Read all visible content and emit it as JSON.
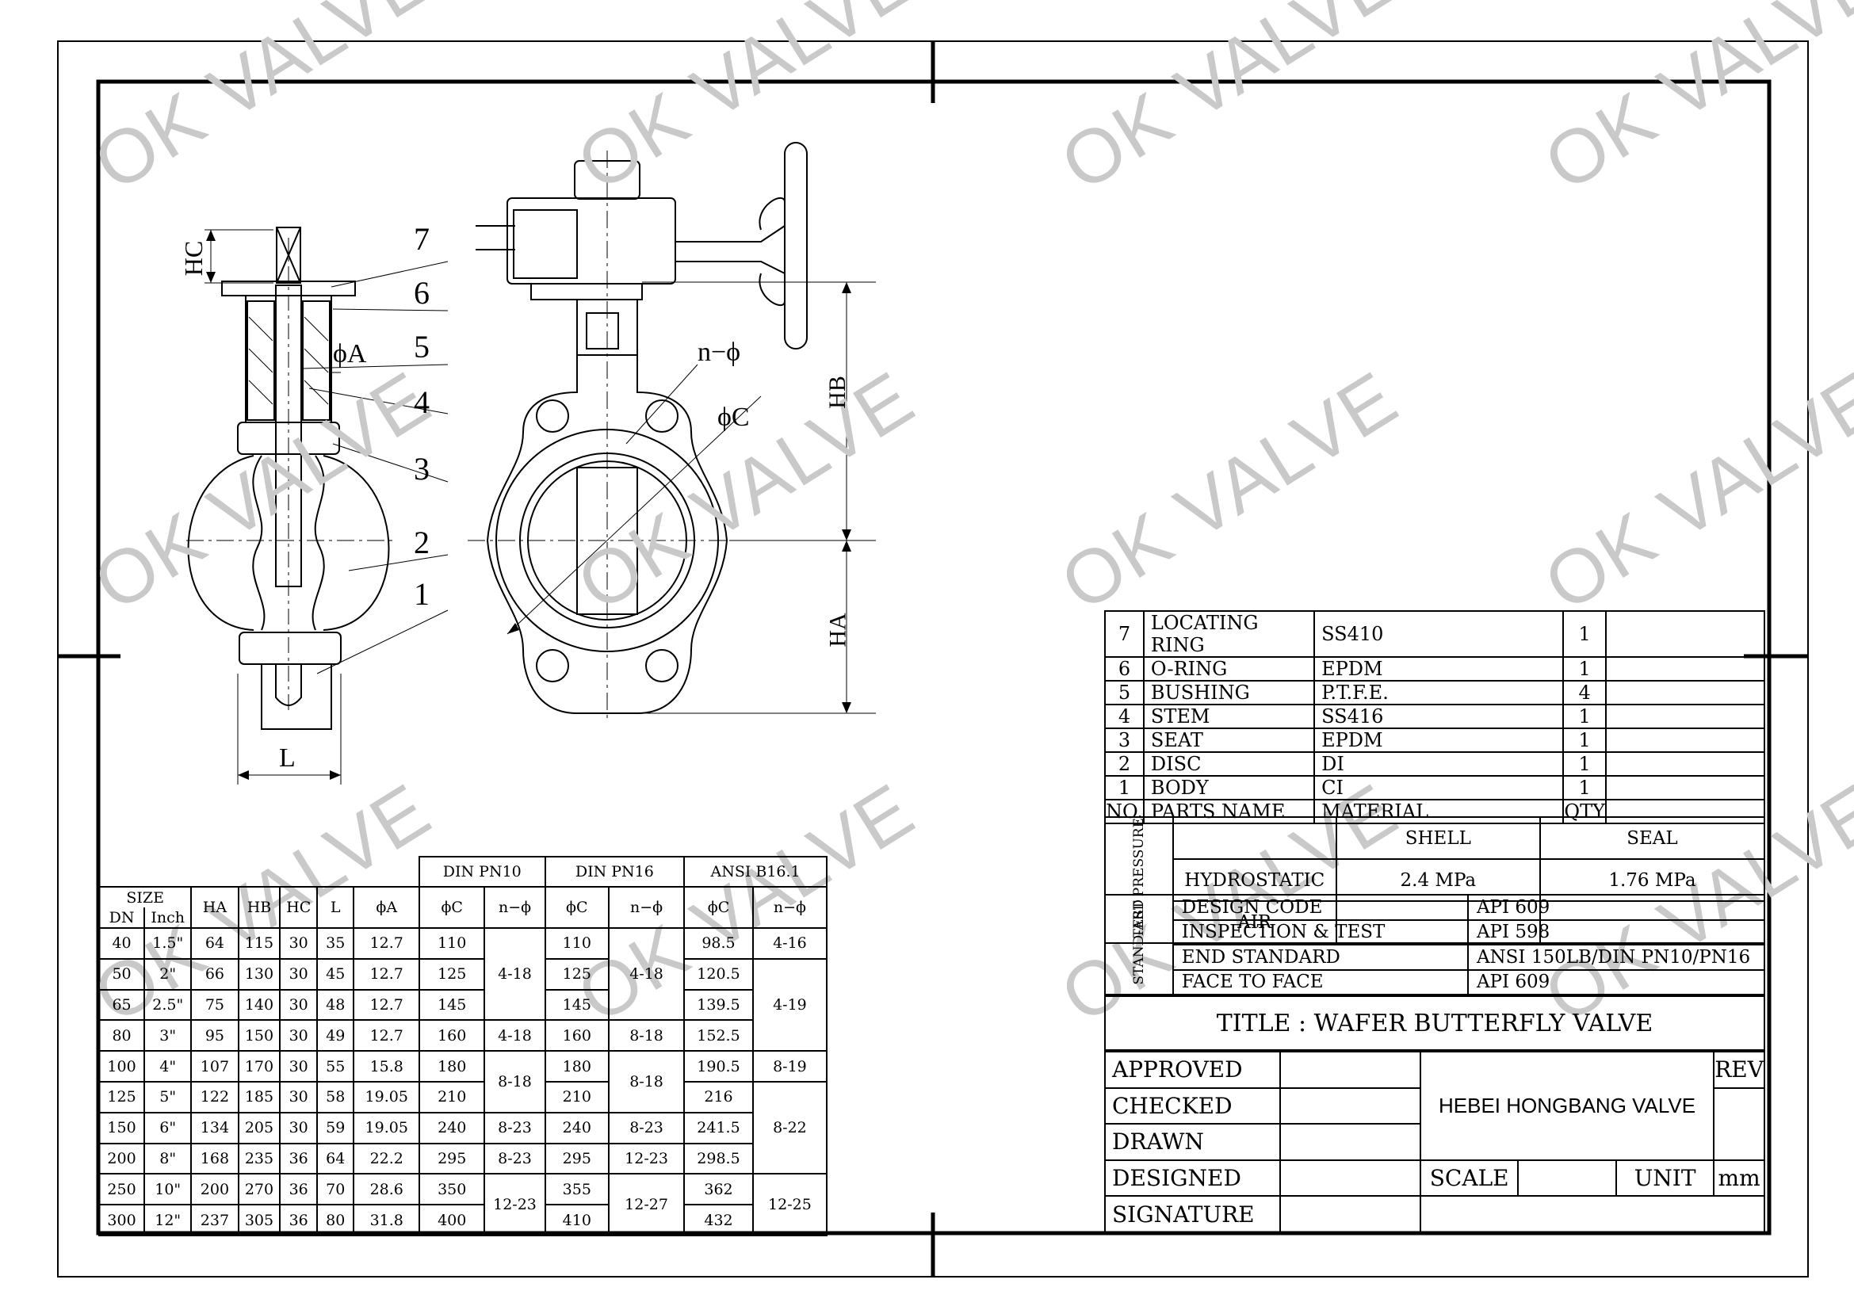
{
  "watermark": "OK VALVE",
  "callouts": [
    "7",
    "6",
    "5",
    "4",
    "3",
    "2",
    "1"
  ],
  "dims": {
    "hc": "HC",
    "phi_a": "ϕA",
    "l": "L",
    "n_phi": "n−ϕ",
    "phi_c": "ϕC",
    "hb": "HB",
    "ha": "HA"
  },
  "size_table": {
    "group_headers": [
      "DIN PN10",
      "DIN PN16",
      "ANSI B16.1"
    ],
    "size_header": "SIZE",
    "dn_header": "DN",
    "inch_header": "Inch",
    "col_headers": [
      "HA",
      "HB",
      "HC",
      "L",
      "ϕA"
    ],
    "sub_headers": [
      "ϕC",
      "n−ϕ",
      "ϕC",
      "n−ϕ",
      "ϕC",
      "n−ϕ"
    ],
    "rows": [
      [
        "40",
        "1.5\"",
        "64",
        "115",
        "30",
        "35",
        "12.7",
        "110",
        "110",
        "98.5"
      ],
      [
        "50",
        "2\"",
        "66",
        "130",
        "30",
        "45",
        "12.7",
        "125",
        "125",
        "120.5"
      ],
      [
        "65",
        "2.5\"",
        "75",
        "140",
        "30",
        "48",
        "12.7",
        "145",
        "145",
        "139.5"
      ],
      [
        "80",
        "3\"",
        "95",
        "150",
        "30",
        "49",
        "12.7",
        "160",
        "160",
        "152.5"
      ],
      [
        "100",
        "4\"",
        "107",
        "170",
        "30",
        "55",
        "15.8",
        "180",
        "180",
        "190.5"
      ],
      [
        "125",
        "5\"",
        "122",
        "185",
        "30",
        "58",
        "19.05",
        "210",
        "210",
        "216"
      ],
      [
        "150",
        "6\"",
        "134",
        "205",
        "30",
        "59",
        "19.05",
        "240",
        "240",
        "241.5"
      ],
      [
        "200",
        "8\"",
        "168",
        "235",
        "36",
        "64",
        "22.2",
        "295",
        "295",
        "298.5"
      ],
      [
        "250",
        "10\"",
        "200",
        "270",
        "36",
        "70",
        "28.6",
        "350",
        "355",
        "362"
      ],
      [
        "300",
        "12\"",
        "237",
        "305",
        "36",
        "80",
        "31.8",
        "400",
        "410",
        "432"
      ]
    ],
    "pn10_holes": [
      "4-18",
      "4-18",
      "8-18",
      "8-23",
      "8-23",
      "12-23"
    ],
    "pn16_holes": [
      "4-18",
      "8-18",
      "8-18",
      "8-23",
      "12-23",
      "12-27"
    ],
    "ansi_holes": [
      "4-16",
      "4-19",
      "8-19",
      "8-22",
      "12-25"
    ]
  },
  "bom": {
    "rows": [
      [
        "7",
        "LOCATING RING",
        "SS410",
        "1"
      ],
      [
        "6",
        "O-RING",
        "EPDM",
        "1"
      ],
      [
        "5",
        "BUSHING",
        "P.T.F.E.",
        "4"
      ],
      [
        "4",
        "STEM",
        "SS416",
        "1"
      ],
      [
        "3",
        "SEAT",
        "EPDM",
        "1"
      ],
      [
        "2",
        "DISC",
        "DI",
        "1"
      ],
      [
        "1",
        "BODY",
        "CI",
        "1"
      ]
    ],
    "header": [
      "NO.",
      "PARTS NAME",
      "MATERIAL",
      "QTY"
    ]
  },
  "test": {
    "side_label": "TEST PRESSURE",
    "shell": "SHELL",
    "seal": "SEAL",
    "hydrostatic": "HYDROSTATIC",
    "shell_value": "2.4 MPa",
    "seal_value": "1.76 MPa",
    "air": "AIR"
  },
  "standard": {
    "side_label": "STAND-ARD",
    "rows": [
      [
        "DESIGN CODE",
        "API 609"
      ],
      [
        "INSPECTION & TEST",
        "API 598"
      ],
      [
        "END STANDARD",
        "ANSI 150LB/DIN PN10/PN16"
      ],
      [
        "FACE TO FACE",
        "API 609"
      ]
    ]
  },
  "title": "TITLE : WAFER BUTTERFLY VALVE",
  "sign": {
    "approved": "APPROVED",
    "checked": "CHECKED",
    "drawn": "DRAWN",
    "designed": "DESIGNED",
    "signature": "SIGNATURE",
    "rev": "REV",
    "company": "HEBEI HONGBANG VALVE",
    "scale": "SCALE",
    "unit": "UNIT",
    "unit_value": "mm"
  }
}
